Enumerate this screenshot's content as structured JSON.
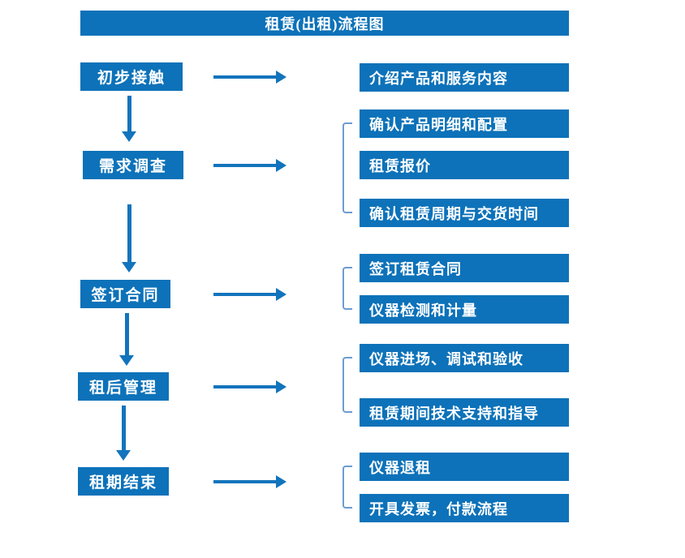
{
  "title": "租赁(出租)流程图",
  "colors": {
    "primary": "#0d72b9",
    "arrow": "#1274bc",
    "bracket": "#6d9bd1",
    "text-on-primary": "#ffffff",
    "background": "#ffffff"
  },
  "stages": [
    {
      "label": "初步接触",
      "details": [
        "介绍产品和服务内容"
      ]
    },
    {
      "label": "需求调查",
      "details": [
        "确认产品明细和配置",
        "租赁报价",
        "确认租赁周期与交货时间"
      ]
    },
    {
      "label": "签订合同",
      "details": [
        "签订租赁合同",
        "仪器检测和计量"
      ]
    },
    {
      "label": "租后管理",
      "details": [
        "仪器进场、调试和验收",
        "租赁期间技术支持和指导"
      ]
    },
    {
      "label": "租期结束",
      "details": [
        "仪器退租",
        "开具发票，付款流程"
      ]
    }
  ]
}
